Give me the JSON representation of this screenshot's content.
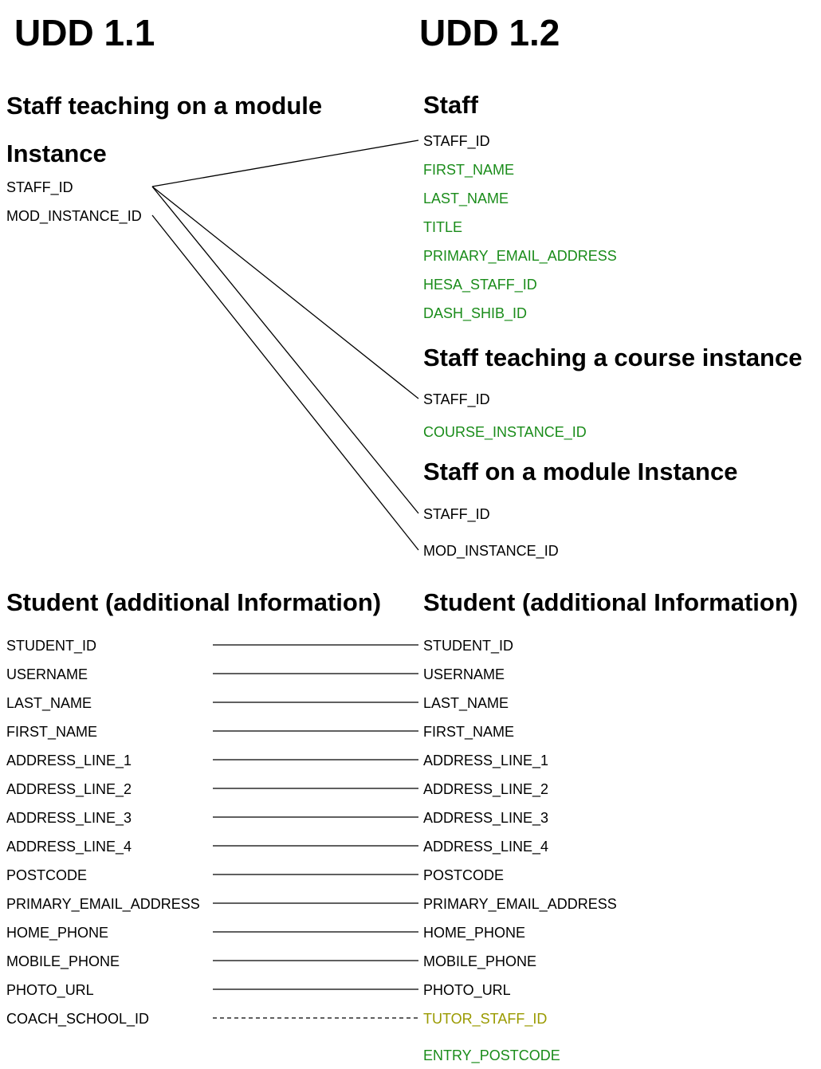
{
  "colors": {
    "text": "#000000",
    "new_field": "#1a8c1a",
    "changed_field": "#9a9a00",
    "line": "#000000"
  },
  "udd11": {
    "title": "UDD 1.1",
    "staff_module_heading_1": "Staff teaching on a module",
    "staff_module_heading_2": "Instance",
    "staff_module_fields": [
      "STAFF_ID",
      "MOD_INSTANCE_ID"
    ],
    "student_heading": "Student (additional Information)",
    "student_fields": [
      "STUDENT_ID",
      "USERNAME",
      "LAST_NAME",
      "FIRST_NAME",
      "ADDRESS_LINE_1",
      "ADDRESS_LINE_2",
      "ADDRESS_LINE_3",
      "ADDRESS_LINE_4",
      "POSTCODE",
      "PRIMARY_EMAIL_ADDRESS",
      "HOME_PHONE",
      "MOBILE_PHONE",
      "PHOTO_URL",
      "COACH_SCHOOL_ID"
    ]
  },
  "udd12": {
    "title": "UDD 1.2",
    "staff_heading": "Staff",
    "staff_fields": [
      "STAFF_ID",
      "FIRST_NAME",
      "LAST_NAME",
      "TITLE",
      "PRIMARY_EMAIL_ADDRESS",
      "HESA_STAFF_ID",
      "DASH_SHIB_ID"
    ],
    "course_heading": "Staff teaching a course instance",
    "course_fields": [
      "STAFF_ID",
      "COURSE_INSTANCE_ID"
    ],
    "module_heading": "Staff on a module Instance",
    "module_fields": [
      "STAFF_ID",
      "MOD_INSTANCE_ID"
    ],
    "student_heading": "Student (additional Information)",
    "student_fields": [
      "STUDENT_ID",
      "USERNAME",
      "LAST_NAME",
      "FIRST_NAME",
      "ADDRESS_LINE_1",
      "ADDRESS_LINE_2",
      "ADDRESS_LINE_3",
      "ADDRESS_LINE_4",
      "POSTCODE",
      "PRIMARY_EMAIL_ADDRESS",
      "HOME_PHONE",
      "MOBILE_PHONE",
      "PHOTO_URL",
      "TUTOR_STAFF_ID",
      "ENTRY_POSTCODE"
    ]
  }
}
